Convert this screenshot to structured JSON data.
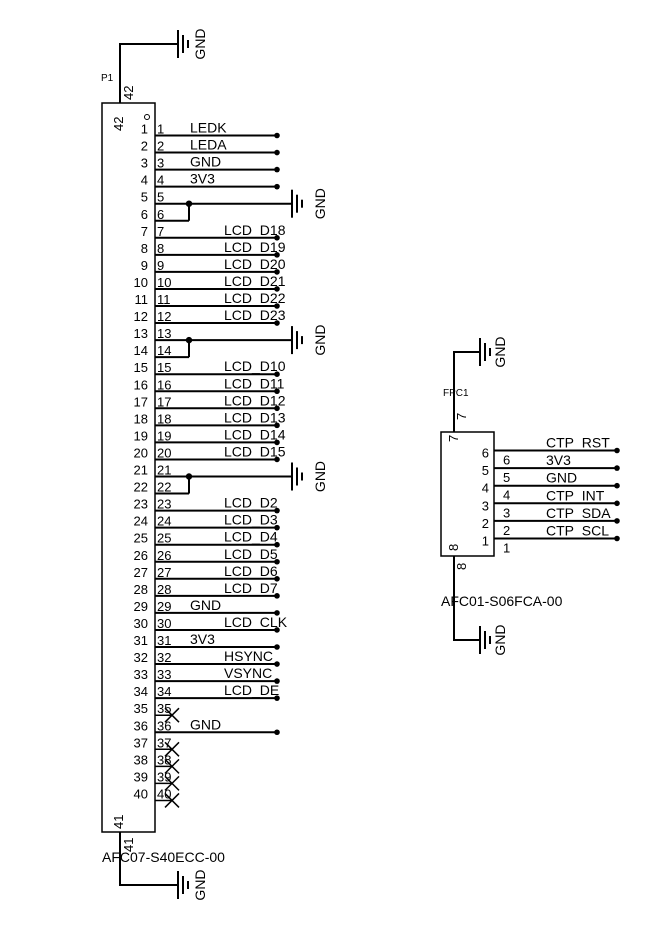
{
  "p1": {
    "designator": "P1",
    "part_name": "AFC07-S40ECC-00",
    "pin_top": "42",
    "pin_bottom": "41",
    "gnd_top": "GND",
    "gnd_bottom": "GND",
    "gnd_group_labels": [
      "GND",
      "GND",
      "GND"
    ],
    "pins": [
      {
        "n": "1",
        "net": "LEDK"
      },
      {
        "n": "2",
        "net": "LEDA"
      },
      {
        "n": "3",
        "net": "GND"
      },
      {
        "n": "4",
        "net": "3V3"
      },
      {
        "n": "5",
        "net": ""
      },
      {
        "n": "6",
        "net": ""
      },
      {
        "n": "7",
        "net": "LCD_D18"
      },
      {
        "n": "8",
        "net": "LCD_D19"
      },
      {
        "n": "9",
        "net": "LCD_D20"
      },
      {
        "n": "10",
        "net": "LCD_D21"
      },
      {
        "n": "11",
        "net": "LCD_D22"
      },
      {
        "n": "12",
        "net": "LCD_D23"
      },
      {
        "n": "13",
        "net": ""
      },
      {
        "n": "14",
        "net": ""
      },
      {
        "n": "15",
        "net": "LCD_D10"
      },
      {
        "n": "16",
        "net": "LCD_D11"
      },
      {
        "n": "17",
        "net": "LCD_D12"
      },
      {
        "n": "18",
        "net": "LCD_D13"
      },
      {
        "n": "19",
        "net": "LCD_D14"
      },
      {
        "n": "20",
        "net": "LCD_D15"
      },
      {
        "n": "21",
        "net": ""
      },
      {
        "n": "22",
        "net": ""
      },
      {
        "n": "23",
        "net": "LCD_D2"
      },
      {
        "n": "24",
        "net": "LCD_D3"
      },
      {
        "n": "25",
        "net": "LCD_D4"
      },
      {
        "n": "26",
        "net": "LCD_D5"
      },
      {
        "n": "27",
        "net": "LCD_D6"
      },
      {
        "n": "28",
        "net": "LCD_D7"
      },
      {
        "n": "29",
        "net": "GND"
      },
      {
        "n": "30",
        "net": "LCD_CLK"
      },
      {
        "n": "31",
        "net": "3V3"
      },
      {
        "n": "32",
        "net": "HSYNC"
      },
      {
        "n": "33",
        "net": "VSYNC"
      },
      {
        "n": "34",
        "net": "LCD_DE"
      },
      {
        "n": "35",
        "net": ""
      },
      {
        "n": "36",
        "net": "GND"
      },
      {
        "n": "37",
        "net": ""
      },
      {
        "n": "38",
        "net": ""
      },
      {
        "n": "39",
        "net": ""
      },
      {
        "n": "40",
        "net": ""
      }
    ]
  },
  "fpc1": {
    "designator": "FPC1",
    "part_name": "AFC01-S06FCA-00",
    "pin_top": "7",
    "pin_bottom": "8",
    "gnd_top": "GND",
    "gnd_bottom": "GND",
    "pins": [
      {
        "n": "6",
        "net": "CTP_RST"
      },
      {
        "n": "5",
        "net": "3V3"
      },
      {
        "n": "4",
        "net": "GND"
      },
      {
        "n": "3",
        "net": "CTP_INT"
      },
      {
        "n": "2",
        "net": "CTP_SDA"
      },
      {
        "n": "1",
        "net": "CTP_SCL"
      }
    ]
  }
}
